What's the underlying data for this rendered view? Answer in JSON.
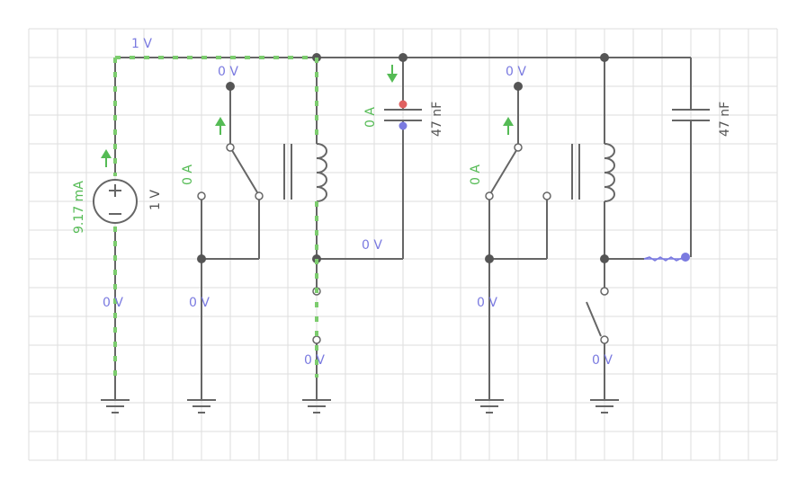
{
  "colors": {
    "grid": "#dddddd",
    "wire": "#666666",
    "current_flow": "#7ccc6e",
    "voltage_label": "#7a7ae0",
    "current_label": "#55bb55",
    "component_label": "#555555",
    "positive_plate": "#e06060",
    "negative_plate": "#7a7ae0"
  },
  "source": {
    "voltage_rating": "1 V",
    "current_reading": "9.17 mA",
    "top_voltage": "1 V",
    "bottom_voltage": "0 V"
  },
  "relay_circuit_1": {
    "switch_current": "0 A",
    "contact_voltage": "0 V",
    "bottom_voltage": "0 V"
  },
  "coil_branch_1": {
    "node_voltage": "0 V",
    "bottom_voltage": "0 V"
  },
  "capacitor_1": {
    "capacitance": "47 nF",
    "current": "0 A"
  },
  "relay_circuit_2": {
    "switch_current": "0 A",
    "contact_voltage": "0 V",
    "bottom_voltage": "0 V"
  },
  "coil_branch_2": {
    "bottom_voltage": "0 V"
  },
  "capacitor_2": {
    "capacitance": "47 nF"
  }
}
